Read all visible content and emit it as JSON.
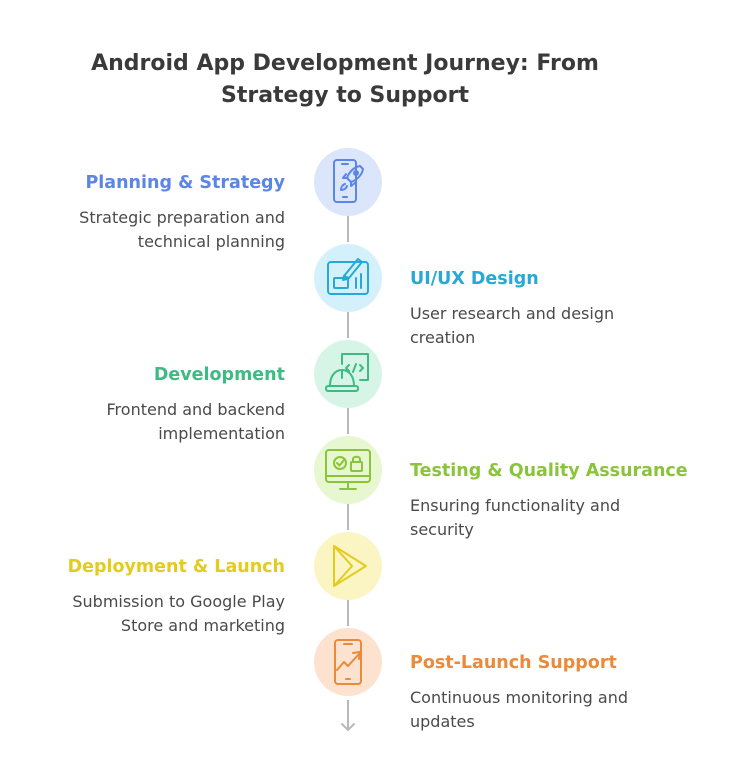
{
  "title": {
    "line1": "Android App Development Journey: From",
    "line2": "Strategy to Support"
  },
  "steps": [
    {
      "title": "Planning & Strategy",
      "desc1": "Strategic preparation and",
      "desc2": "technical planning",
      "icon": "phone-rocket-icon",
      "color": "#5b86e5",
      "fill": "#dbe6fb"
    },
    {
      "title": "UI/UX Design",
      "desc1": "User research and design",
      "desc2": "creation",
      "icon": "design-tablet-icon",
      "color": "#27a9d6",
      "fill": "#d4f1fb"
    },
    {
      "title": "Development",
      "desc1": "Frontend and backend",
      "desc2": "implementation",
      "icon": "code-helmet-icon",
      "color": "#3dbb83",
      "fill": "#d7f5e6"
    },
    {
      "title": "Testing & Quality Assurance",
      "desc1": "Ensuring functionality and",
      "desc2": "security",
      "icon": "monitor-check-lock-icon",
      "color": "#8ac43a",
      "fill": "#e7f7cf"
    },
    {
      "title": "Deployment & Launch",
      "desc1": "Submission to Google Play",
      "desc2": "Store and marketing",
      "icon": "play-store-icon",
      "color": "#e3cb1f",
      "fill": "#fbf5c4"
    },
    {
      "title": "Post-Launch Support",
      "desc1": "Continuous monitoring and",
      "desc2": "updates",
      "icon": "phone-growth-chart-icon",
      "color": "#ea8a3b",
      "fill": "#fde2cf"
    }
  ]
}
